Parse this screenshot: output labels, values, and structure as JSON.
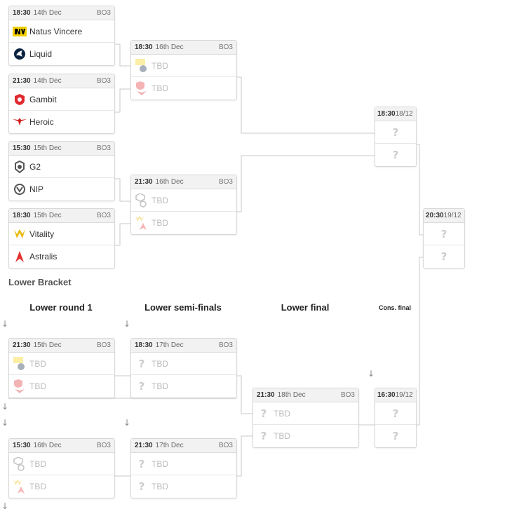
{
  "labels": {
    "lower_bracket": "Lower Bracket",
    "lower_round_1": "Lower round 1",
    "lower_semi_finals": "Lower semi-finals",
    "lower_final": "Lower final",
    "cons_final": "Cons. final"
  },
  "arrow_glyph": "↓",
  "matches": {
    "ur1a": {
      "time": "18:30",
      "date": "14th Dec",
      "bo": "BO3",
      "t1": "Natus Vincere",
      "t2": "Liquid"
    },
    "ur1b": {
      "time": "21:30",
      "date": "14th Dec",
      "bo": "BO3",
      "t1": "Gambit",
      "t2": "Heroic"
    },
    "ur1c": {
      "time": "15:30",
      "date": "15th Dec",
      "bo": "BO3",
      "t1": "G2",
      "t2": "NIP"
    },
    "ur1d": {
      "time": "18:30",
      "date": "15th Dec",
      "bo": "BO3",
      "t1": "Vitality",
      "t2": "Astralis"
    },
    "usfa": {
      "time": "18:30",
      "date": "16th Dec",
      "bo": "BO3",
      "t1": "TBD",
      "t2": "TBD"
    },
    "usfb": {
      "time": "21:30",
      "date": "16th Dec",
      "bo": "BO3",
      "t1": "TBD",
      "t2": "TBD"
    },
    "uf": {
      "time": "18:30",
      "date": "18/12",
      "t1": "?",
      "t2": "?"
    },
    "gf": {
      "time": "20:30",
      "date": "19/12",
      "t1": "?",
      "t2": "?"
    },
    "lr1a": {
      "time": "21:30",
      "date": "15th Dec",
      "bo": "BO3",
      "t1": "TBD",
      "t2": "TBD"
    },
    "lr1b": {
      "time": "15:30",
      "date": "16th Dec",
      "bo": "BO3",
      "t1": "TBD",
      "t2": "TBD"
    },
    "lsfa": {
      "time": "18:30",
      "date": "17th Dec",
      "bo": "BO3",
      "t1": "TBD",
      "t2": "TBD"
    },
    "lsfb": {
      "time": "21:30",
      "date": "17th Dec",
      "bo": "BO3",
      "t1": "TBD",
      "t2": "TBD"
    },
    "lf": {
      "time": "21:30",
      "date": "18th Dec",
      "bo": "BO3",
      "t1": "TBD",
      "t2": "TBD"
    },
    "cf": {
      "time": "16:30",
      "date": "19/12",
      "t1": "?",
      "t2": "?"
    }
  },
  "colors": {
    "navi": "#f4d000",
    "liquid": "#0a2240",
    "gambit": "#e0282e",
    "heroic": "#d42020",
    "g2": "#555555",
    "nip": "#555555",
    "vitality": "#e8b800",
    "astralis": "#e3312d",
    "line": "#c8c8c8"
  }
}
